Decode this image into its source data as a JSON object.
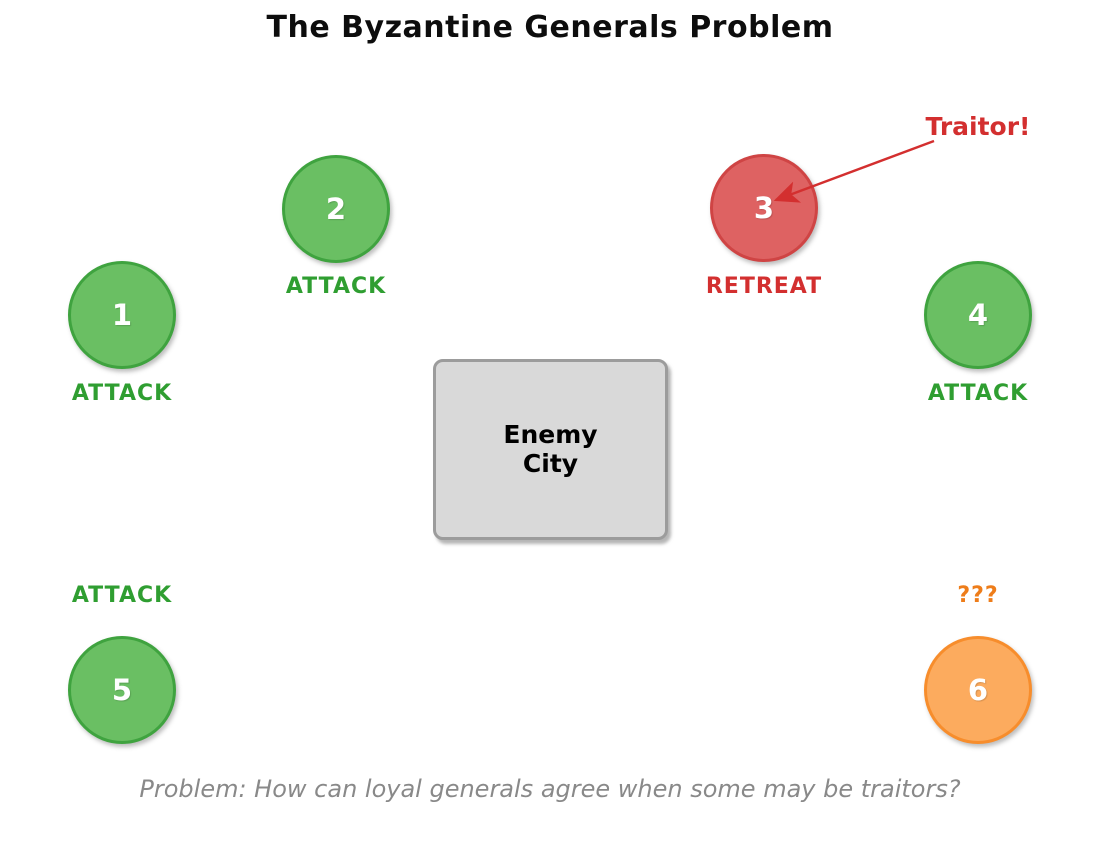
{
  "title": "The Byzantine Generals Problem",
  "caption": "Problem: How can loyal generals agree when some may be traitors?",
  "enemy_city": {
    "line1": "Enemy",
    "line2": "City"
  },
  "annotation": {
    "label": "Traitor!",
    "color": "#d32f2f"
  },
  "colors": {
    "loyal_fill": "#6abf63",
    "loyal_border": "#3fa33f",
    "loyal_text": "#2f9e31",
    "traitor_fill": "#de6262",
    "traitor_border": "#cf4444",
    "traitor_text": "#d32f2f",
    "unknown_fill": "#fcab5e",
    "unknown_border": "#f78d2c",
    "unknown_text": "#ee7d1a",
    "city_fill": "#d9d9d9",
    "city_border": "#9c9c9c",
    "caption_text": "#898989",
    "number_text": "#ffffff"
  },
  "generals": [
    {
      "id": "1",
      "decision": "ATTACK",
      "status": "loyal"
    },
    {
      "id": "2",
      "decision": "ATTACK",
      "status": "loyal"
    },
    {
      "id": "3",
      "decision": "RETREAT",
      "status": "traitor"
    },
    {
      "id": "4",
      "decision": "ATTACK",
      "status": "loyal"
    },
    {
      "id": "5",
      "decision": "ATTACK",
      "status": "loyal"
    },
    {
      "id": "6",
      "decision": "???",
      "status": "unknown"
    }
  ]
}
